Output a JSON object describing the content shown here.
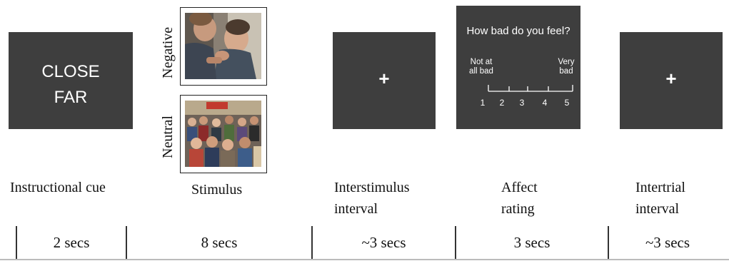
{
  "cue": {
    "line1": "CLOSE",
    "line2": "FAR"
  },
  "stimulus": {
    "negative_label": "Negative",
    "neutral_label": "Neutral"
  },
  "isi": {
    "symbol": "+"
  },
  "rating": {
    "question": "How bad do you feel?",
    "anchor_left": [
      "Not at",
      "all bad"
    ],
    "anchor_right": [
      "Very",
      "bad"
    ],
    "scale": [
      "1",
      "2",
      "3",
      "4",
      "5"
    ]
  },
  "iti": {
    "symbol": "+"
  },
  "stage_labels": {
    "cue": "Instructional cue",
    "stimulus": "Stimulus",
    "isi": [
      "Interstimulus",
      "interval"
    ],
    "affect": [
      "Affect",
      "rating"
    ],
    "iti": [
      "Intertrial",
      "interval"
    ]
  },
  "durations": [
    "2 secs",
    "8 secs",
    "~3 secs",
    "3 secs",
    "~3 secs"
  ],
  "colors": {
    "panel": "#3e3e3e",
    "text_on_panel": "#ffffff"
  }
}
